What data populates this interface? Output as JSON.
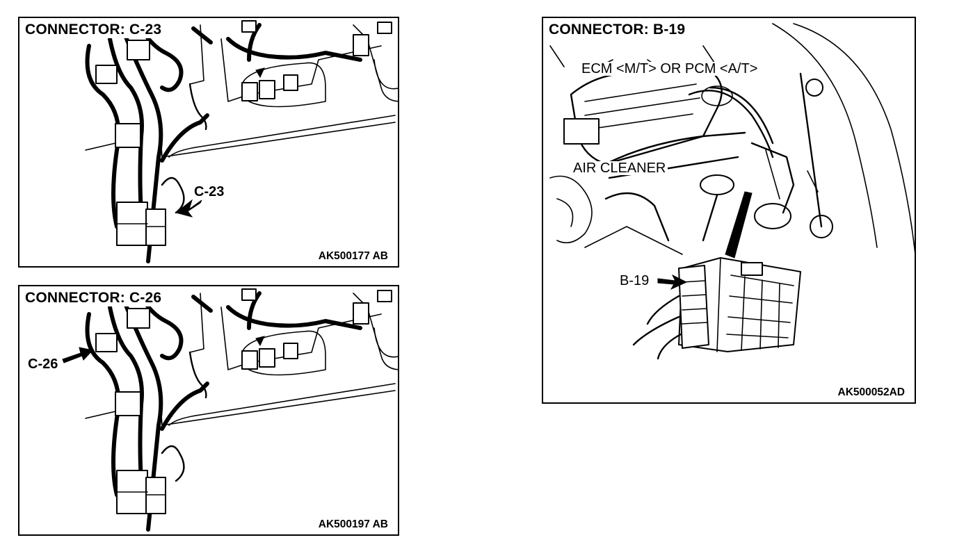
{
  "panels": [
    {
      "title": "CONNECTOR: C-23",
      "callout": "C-23",
      "figure_code": "AK500177 AB"
    },
    {
      "title": "CONNECTOR: C-26",
      "callout": "C-26",
      "figure_code": "AK500197 AB"
    },
    {
      "title": "CONNECTOR: B-19",
      "labels": {
        "ecm_pcm": "ECM <M/T> OR PCM <A/T>",
        "air_cleaner": "AIR CLEANER",
        "callout": "B-19"
      },
      "figure_code": "AK500052AD"
    }
  ]
}
